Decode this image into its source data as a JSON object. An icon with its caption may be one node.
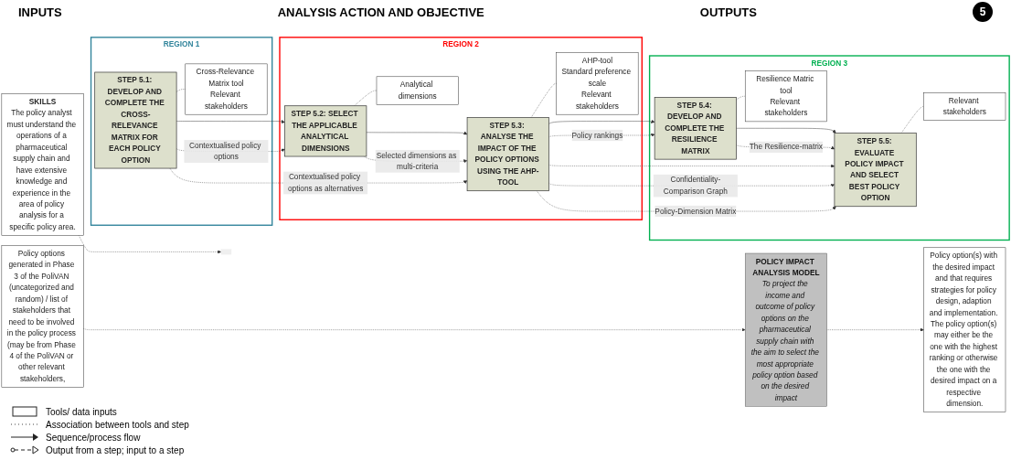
{
  "diagram": {
    "nodes": [
      {
        "text": [
          "Policy options generated in Phase 3 of the PoliVAN (uncategorized and random) / list of stakeholders that need to be involved in the policy process (may be from Phase 4 of the PoliVAN or other relevant stakeholders,"
        ]
      },
      {
        "text": [
          "SKILLS",
          "The policy analyst must understand the operations of a pharmaceutical supply chain and have extensive knowledge and experience in the area of policy analysis for a specific policy area."
        ]
      },
      {
        "text": [
          "POLICY IMPACT ANALYSIS MODEL",
          "To project the income and outcome of policy options on the pharmaceutical supply chain with the aim to select the most appropriate policy option based on the desired impact"
        ]
      },
      {
        "text": [
          "REGION 1"
        ]
      },
      {
        "text": [
          "STEP 5.1: DEVELOP AND COMPLETE THE CROSS-RELEVANCE MATRIX FOR EACH POLICY OPTION"
        ],
        "in": 3
      },
      {
        "text": [
          "Cross-Relevance Matrix tool",
          "Relevant stakeholders"
        ],
        "in": 3
      },
      {
        "text": [
          "REGION 2"
        ]
      },
      {
        "text": [
          "STEP 5.2: SELECT THE APPLICABLE ANALYTICAL DIMENSIONS"
        ],
        "in": 6
      },
      {
        "text": [
          "Analytical dimensions"
        ],
        "in": 6
      },
      {
        "text": [
          "STEP 5.3: ANALYSE THE IMPACT OF THE POLICY OPTIONS USING THE AHP-TOOL"
        ],
        "in": 6
      },
      {
        "text": [
          "AHP-tool",
          "Standard preference scale",
          "Relevant stakeholders"
        ],
        "in": 6
      },
      {
        "text": [
          "REGION 3"
        ]
      },
      {
        "text": [
          "STEP 5.4: DEVELOP AND COMPLETE THE RESILIENCE MATRIX"
        ],
        "in": 11
      },
      {
        "text": [
          "Resilience Matric tool",
          "Relevant stakeholders"
        ],
        "in": 11
      },
      {
        "text": [
          "STEP 5.5: EVALUATE POLICY IMPACT AND SELECT BEST POLICY OPTION"
        ],
        "in": 11
      },
      {
        "text": [
          "Relevant stakeholders"
        ],
        "in": 11
      },
      {
        "text": [
          "Policy option(s) with the desired impact and that requires strategies for policy design, adaption and implementation. The policy option(s) may either be the one with the highest ranking or otherwise the one with the desired impact on a respective dimension."
        ]
      },
      {
        "text": [],
        "shape": "box"
      }
    ],
    "edges": [
      {
        "from": 0,
        "to": 2,
        "arrow": "to",
        "style": "dashed"
      },
      {
        "from": 1,
        "to": 17,
        "arrow": "to",
        "style": "dashed"
      },
      {
        "from": 2,
        "to": 16,
        "arrow": "to",
        "style": "dashed"
      },
      {
        "from": 4,
        "to": 7,
        "arrow": "to",
        "style": "dashed",
        "label": "Contextualised policy options"
      },
      {
        "from": 4,
        "to": 7,
        "arrow": "to"
      },
      {
        "from": 4,
        "to": 9,
        "arrow": "to",
        "style": "dashed",
        "label": "Contextualised policy options as alternatives"
      },
      {
        "from": 7,
        "to": 9,
        "arrow": "to",
        "style": "dashed",
        "label": "Selected dimensions as multi-criteria"
      },
      {
        "from": 7,
        "to": 9,
        "arrow": "to"
      },
      {
        "from": 9,
        "to": 12,
        "arrow": "to",
        "style": "dashed",
        "label": "Policy rankings"
      },
      {
        "from": 9,
        "to": 12,
        "arrow": "to"
      },
      {
        "from": 9,
        "to": 14,
        "arrow": "to",
        "style": "dashed",
        "label": "Policy-Dimension Matrix"
      },
      {
        "from": 9,
        "to": 14,
        "arrow": "to",
        "style": "dashed",
        "label": "Confidentiality-Comparison Graph"
      },
      {
        "from": 9,
        "to": 14,
        "arrow": "to",
        "style": "dashed"
      },
      {
        "from": 12,
        "to": 14,
        "arrow": "to",
        "style": "dashed",
        "label": "The Resilience-matrix"
      },
      {
        "from": 12,
        "to": 14,
        "arrow": "to"
      },
      {
        "from": 4,
        "to": 5,
        "arrow": "none",
        "style": "dashed"
      },
      {
        "from": 7,
        "to": 8,
        "arrow": "none",
        "style": "dashed"
      },
      {
        "from": 9,
        "to": 10,
        "arrow": "none",
        "style": "dashed"
      },
      {
        "from": 12,
        "to": 13,
        "arrow": "none",
        "style": "dashed"
      },
      {
        "from": 14,
        "to": 15,
        "arrow": "none",
        "style": "dashed"
      }
    ],
    "labels": [
      "INPUTS",
      "ANALYSIS ACTION AND OBJECTIVE",
      "OUTPUTS",
      "5"
    ],
    "legend": [
      {
        "text": "Tools/ data inputs"
      },
      {
        "text": "Association between tools and step"
      },
      {
        "text": "Sequence/process flow"
      },
      {
        "text": "Output from a step; input to a step"
      }
    ]
  }
}
